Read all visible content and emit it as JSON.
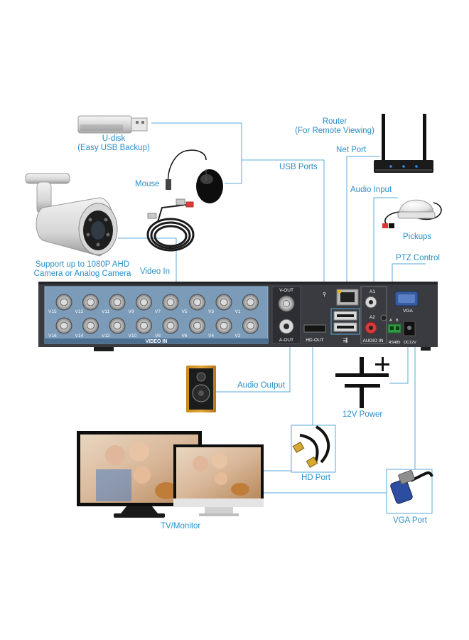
{
  "labels": {
    "usb_disk": "U-disk",
    "usb_disk_note": "(Easy USB Backup)",
    "mouse": "Mouse",
    "camera_line1": "Support up to 1080P AHD",
    "camera_line2": "Camera or Analog Camera",
    "video_in": "Video In",
    "usb_ports": "USB Ports",
    "router": "Router",
    "router_note": "(For Remote Viewing)",
    "net_port": "Net Port",
    "audio_input": "Audio Input",
    "pickups": "Pickups",
    "ptz_control": "PTZ Control",
    "audio_output": "Audio Output",
    "power": "12V Power",
    "hd_port": "HD Port",
    "tv_monitor": "TV/Monitor",
    "vga_port": "VGA Port"
  },
  "panel": {
    "video_in": "VIDEO IN",
    "v_out": "V-OUT",
    "a_out": "A-OUT",
    "hd_out": "HD-OUT",
    "audio_in": "AUDIO IN",
    "vga": "VGA",
    "a1": "A1",
    "a2": "A2",
    "rs485": "RS485",
    "dc12v": "DC12V",
    "rs485_a": "A",
    "rs485_b": "B",
    "channels_top": [
      "V15",
      "V13",
      "V11",
      "V9",
      "V7",
      "V5",
      "V3",
      "V1"
    ],
    "channels_bottom": [
      "V16",
      "V14",
      "V12",
      "V10",
      "V8",
      "V6",
      "V4",
      "V2"
    ]
  },
  "colors": {
    "callout": "#2a8fc9",
    "dvr_body": "#3a3b40",
    "video_panel": "#5f86aa",
    "panel_label": "#ffffff"
  },
  "icons": [
    "usb-flash-drive-icon",
    "mouse-icon",
    "bullet-camera-icon",
    "bnc-cable-icon",
    "router-icon",
    "microphone-pickup-icon",
    "speaker-icon",
    "power-symbol-icon",
    "hdmi-cable-icon",
    "vga-cable-icon",
    "tv-monitor-icon"
  ]
}
